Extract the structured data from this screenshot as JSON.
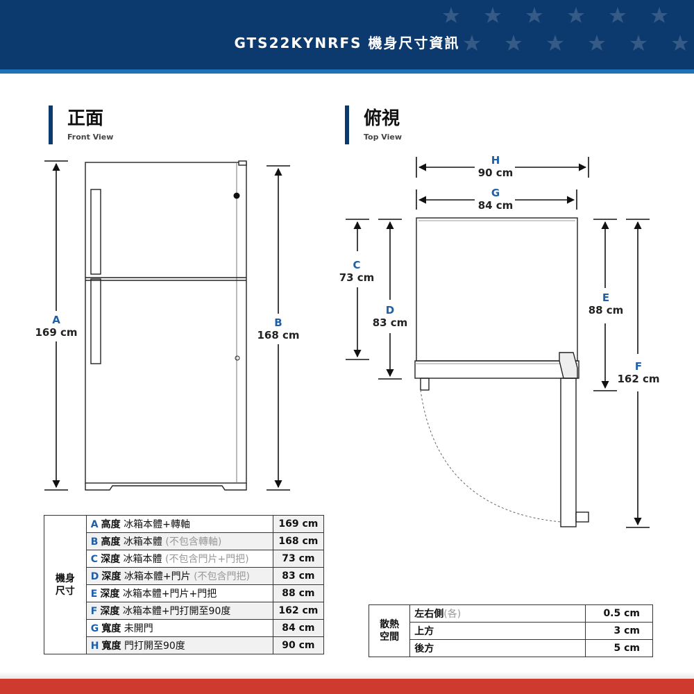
{
  "header": {
    "title": "GTS22KYNRFS 機身尺寸資訊"
  },
  "front_view": {
    "title": "正面",
    "subtitle": "Front View"
  },
  "top_view": {
    "title": "俯視",
    "subtitle": "Top View"
  },
  "dimensions": {
    "A": {
      "letter": "A",
      "value": "169 cm"
    },
    "B": {
      "letter": "B",
      "value": "168 cm"
    },
    "C": {
      "letter": "C",
      "value": "73 cm"
    },
    "D": {
      "letter": "D",
      "value": "83 cm"
    },
    "E": {
      "letter": "E",
      "value": "88 cm"
    },
    "F": {
      "letter": "F",
      "value": "162 cm"
    },
    "G": {
      "letter": "G",
      "value": "84 cm"
    },
    "H": {
      "letter": "H",
      "value": "90 cm"
    }
  },
  "dimension_table": {
    "group_label": "機身尺寸",
    "rows": [
      {
        "letter": "A",
        "kind": "高度",
        "desc": "冰箱本體+轉軸",
        "note": "",
        "value": "169 cm"
      },
      {
        "letter": "B",
        "kind": "高度",
        "desc": "冰箱本體",
        "note": "(不包含轉軸)",
        "value": "168 cm"
      },
      {
        "letter": "C",
        "kind": "深度",
        "desc": "冰箱本體",
        "note": "(不包含門片+門把)",
        "value": "73 cm"
      },
      {
        "letter": "D",
        "kind": "深度",
        "desc": "冰箱本體+門片",
        "note": "(不包含門把)",
        "value": "83 cm"
      },
      {
        "letter": "E",
        "kind": "深度",
        "desc": "冰箱本體+門片+門把",
        "note": "",
        "value": "88 cm"
      },
      {
        "letter": "F",
        "kind": "深度",
        "desc": "冰箱本體+門打開至90度",
        "note": "",
        "value": "162 cm"
      },
      {
        "letter": "G",
        "kind": "寬度",
        "desc": "未開門",
        "note": "",
        "value": "84 cm"
      },
      {
        "letter": "H",
        "kind": "寬度",
        "desc": "門打開至90度",
        "note": "",
        "value": "90 cm"
      }
    ]
  },
  "clearance_table": {
    "group_label": "散熱空間",
    "rows": [
      {
        "label": "左右側",
        "note": "(各)",
        "value": "0.5 cm"
      },
      {
        "label": "上方",
        "note": "",
        "value": "3 cm"
      },
      {
        "label": "後方",
        "note": "",
        "value": "5 cm"
      }
    ]
  },
  "colors": {
    "navy": "#0d3a6e",
    "accent_blue": "#1f5fa8",
    "red": "#cf3a2e"
  }
}
